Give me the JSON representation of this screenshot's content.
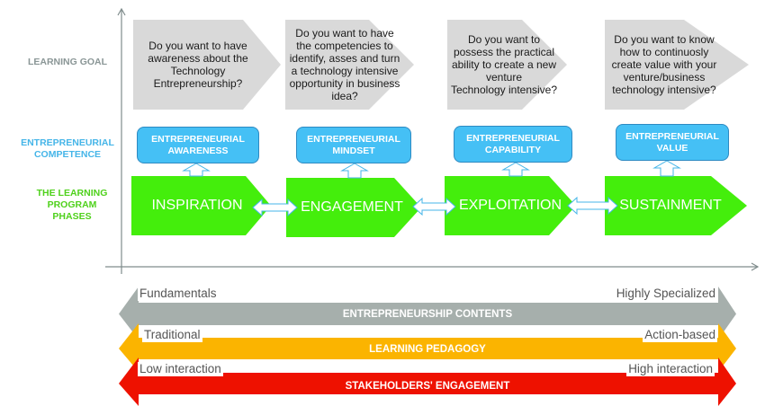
{
  "row_labels": {
    "learning_goal": "LEARNING GOAL",
    "competence": [
      "ENTREPRENEURIAL",
      "COMPETENCE"
    ],
    "phases": [
      "THE LEARNING",
      "PROGRAM",
      "PHASES"
    ]
  },
  "colors": {
    "axis": "#7f8c8c",
    "goal_label": "#8a9696",
    "goal_fill": "#d9d9d9",
    "competence_label": "#45b5e8",
    "competence_fill": "#45c0f5",
    "competence_border": "#2e8ac2",
    "phase_label": "#4fd11c",
    "phase_fill": "#44ee0c",
    "connector_fill": "#ffffff",
    "connector_stroke": "#45b5e8",
    "contents_band": "#a6afac",
    "pedagogy_band": "#fbb400",
    "engagement_band": "#ee1100"
  },
  "stages": [
    {
      "goal": [
        "Do you want to have",
        "awareness about the",
        "Technology",
        "Entrepreneurship?"
      ],
      "competence": [
        "ENTREPRENEURIAL",
        "AWARENESS"
      ],
      "phase": "INSPIRATION"
    },
    {
      "goal": [
        "Do you want to have",
        "the competencies to",
        "identify, asses and turn",
        "a technology intensive",
        "opportunity in business",
        "idea?"
      ],
      "competence": [
        "ENTREPRENEURIAL",
        "MINDSET"
      ],
      "phase": "ENGAGEMENT"
    },
    {
      "goal": [
        "Do you want to",
        "possess the practical",
        "ability to create a new",
        "venture",
        "Technology intensive?"
      ],
      "competence": [
        "ENTREPRENEURIAL",
        "CAPABILITY"
      ],
      "phase": "EXPLOITATION"
    },
    {
      "goal": [
        "Do you want to know",
        "how to continuosly",
        "create value with your",
        "venture/business",
        "technology intensive?"
      ],
      "competence": [
        "ENTREPRENEURIAL",
        "VALUE"
      ],
      "phase": "SUSTAINMENT"
    }
  ],
  "bands": [
    {
      "label": "ENTREPRENEURSHIP CONTENTS",
      "left": "Fundamentals",
      "right": "Highly Specialized",
      "color_key": "contents_band"
    },
    {
      "label": "LEARNING PEDAGOGY",
      "left": "Traditional",
      "right": "Action-based",
      "color_key": "pedagogy_band"
    },
    {
      "label": "STAKEHOLDERS' ENGAGEMENT",
      "left": "Low interaction",
      "right": "High interaction",
      "color_key": "engagement_band"
    }
  ]
}
